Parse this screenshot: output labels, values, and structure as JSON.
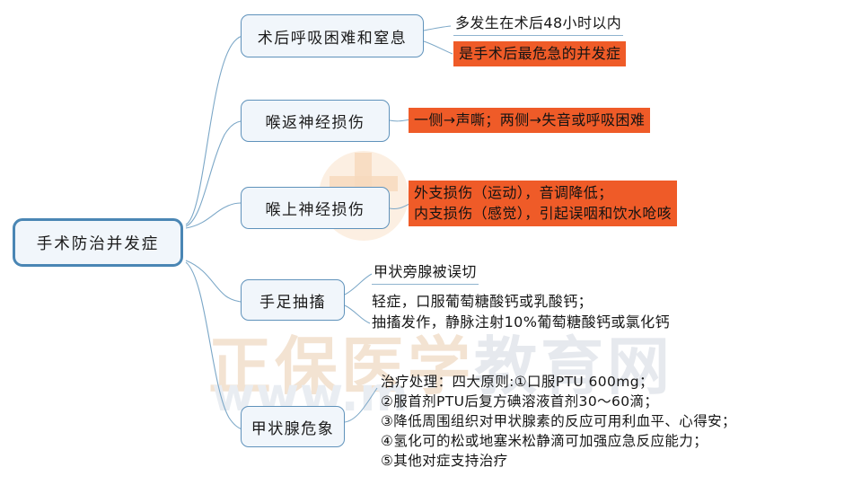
{
  "diagram": {
    "type": "mind-map",
    "root": {
      "label": "手术防治并发症"
    },
    "accent_colors": {
      "node_border": "#5f92bb",
      "node_fill": "#f1f6fb",
      "root_border": "#4a86b4",
      "highlight": "#ef5b28",
      "connector": "#7ba7c7"
    },
    "branches": [
      {
        "label": "术后呼吸困难和窒息",
        "details": [
          {
            "style": "underline",
            "lines": [
              "多发生在术后48小时以内"
            ]
          },
          {
            "style": "highlight",
            "lines": [
              "是手术后最危急的并发症"
            ]
          }
        ]
      },
      {
        "label": "喉返神经损伤",
        "details": [
          {
            "style": "highlight",
            "lines": [
              "一侧→声嘶；两侧→失音或呼吸困难"
            ]
          }
        ]
      },
      {
        "label": "喉上神经损伤",
        "details": [
          {
            "style": "highlight",
            "lines": [
              "外支损伤（运动），音调降低；",
              "内支损伤（感觉），引起误咽和饮水呛咳"
            ]
          }
        ]
      },
      {
        "label": "手足抽搐",
        "details": [
          {
            "style": "underline",
            "lines": [
              "甲状旁腺被误切"
            ]
          },
          {
            "style": "plain",
            "lines": [
              "轻症，口服葡萄糖酸钙或乳酸钙；",
              "抽搐发作，静脉注射10%葡萄糖酸钙或氯化钙"
            ]
          }
        ]
      },
      {
        "label": "甲状腺危象",
        "details": [
          {
            "style": "plain",
            "lines": [
              "治疗处理：四大原则:①口服PTU 600mg；",
              "②服首剂PTU后复方碘溶液首剂30～60滴；",
              "③降低周围组织对甲状腺素的反应可用利血平、心得安；",
              "④氢化可的松或地塞米松静滴可加强应急反应能力；",
              "⑤其他对症支持治疗"
            ]
          }
        ]
      }
    ]
  },
  "watermark": {
    "brand_cn": "正保医学",
    "brand_cn_tail": "教育网",
    "url": "www.m"
  }
}
